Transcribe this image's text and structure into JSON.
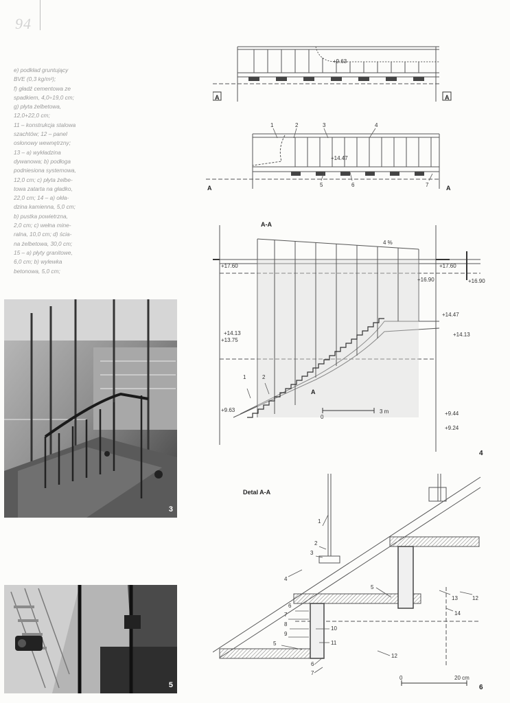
{
  "page": {
    "number": "94"
  },
  "caption_lines": [
    "e) podkład gruntujący",
    "BVE (0,3 kg/m²);",
    "f) gładź cementowa ze",
    "spadkiem, 4,0÷19,0 cm;",
    "g) płyta żelbetowa,",
    "12,0+22,0 cm;",
    "11 – konstrukcja stalowa",
    "szachtów; 12 – panel",
    "osłonowy wewnętrzny;",
    "13 – a) wykładzina",
    "dywanowa; b) podłoga",
    "podniesiona systemowa,",
    "12,0 cm; c) płyta żelbe-",
    "towa zatarta na gładko,",
    "22,0 cm; 14 – a) okła-",
    "dzina kamienna, 5,0 cm;",
    "b) pustka powietrzna,",
    "2,0 cm; c) wełna mine-",
    "ralna, 10,0 cm; d) ścia-",
    "na żelbetowa, 30,0 cm;",
    "15 – a) płyty granitowe,",
    "6,0 cm; b) wylewka",
    "betonowa, 5,0 cm;"
  ],
  "figures": {
    "photo3": {
      "number": "3"
    },
    "photo5": {
      "number": "5"
    },
    "plan_top": {
      "level": "+9.63",
      "section_mark": "A"
    },
    "plan_mid": {
      "level": "+14.47",
      "section_mark": "A",
      "callouts": [
        "1",
        "2",
        "3",
        "4",
        "5",
        "6",
        "7"
      ]
    },
    "section": {
      "title": "A-A",
      "number": "4",
      "slope": "4 %",
      "levels": {
        "l1760_left": "+17.60",
        "l1760_right": "+17.60",
        "l1690_mid": "+16.90",
        "l1690_right": "+16.90",
        "l1447": "+14.47",
        "l1413_left": "+14.13",
        "l1413_right": "+14.13",
        "l1375": "+13.75",
        "l963": "+9.63",
        "l944": "+9.44",
        "l924": "+9.24"
      },
      "mark": "A",
      "callouts": [
        "1",
        "2"
      ],
      "scale": {
        "zero": "0",
        "end": "3 m"
      }
    },
    "detail": {
      "title": "Detal A-A",
      "number": "6",
      "callouts": [
        "1",
        "2",
        "3",
        "4",
        "5",
        "6",
        "7",
        "8",
        "9",
        "10",
        "11",
        "5",
        "6",
        "7",
        "12",
        "12",
        "13",
        "14"
      ],
      "scale": {
        "zero": "0",
        "end": "20 cm"
      }
    }
  }
}
